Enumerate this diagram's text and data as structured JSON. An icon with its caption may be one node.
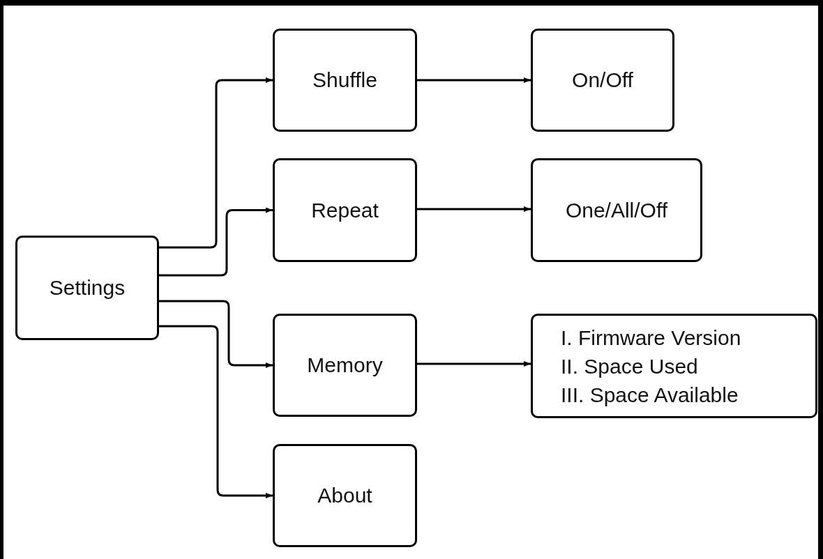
{
  "diagram": {
    "nodes": [
      {
        "text": [
          "Settings"
        ]
      },
      {
        "text": [
          "Shuffle"
        ]
      },
      {
        "text": [
          "On/Off"
        ]
      },
      {
        "text": [
          "Repeat"
        ]
      },
      {
        "text": [
          "One/All/Off"
        ]
      },
      {
        "text": [
          "Memory"
        ]
      },
      {
        "text": [
          "I. Firmware Version",
          "II. Space Used",
          "III. Space Available"
        ]
      },
      {
        "text": [
          "About"
        ]
      }
    ],
    "edges": [
      {
        "from": 0,
        "to": 1,
        "arrow": "to"
      },
      {
        "from": 0,
        "to": 3,
        "arrow": "to"
      },
      {
        "from": 0,
        "to": 5,
        "arrow": "to"
      },
      {
        "from": 0,
        "to": 7,
        "arrow": "to"
      },
      {
        "from": 1,
        "to": 2,
        "arrow": "to"
      },
      {
        "from": 3,
        "to": 4,
        "arrow": "to"
      },
      {
        "from": 5,
        "to": 6,
        "arrow": "to"
      }
    ]
  }
}
